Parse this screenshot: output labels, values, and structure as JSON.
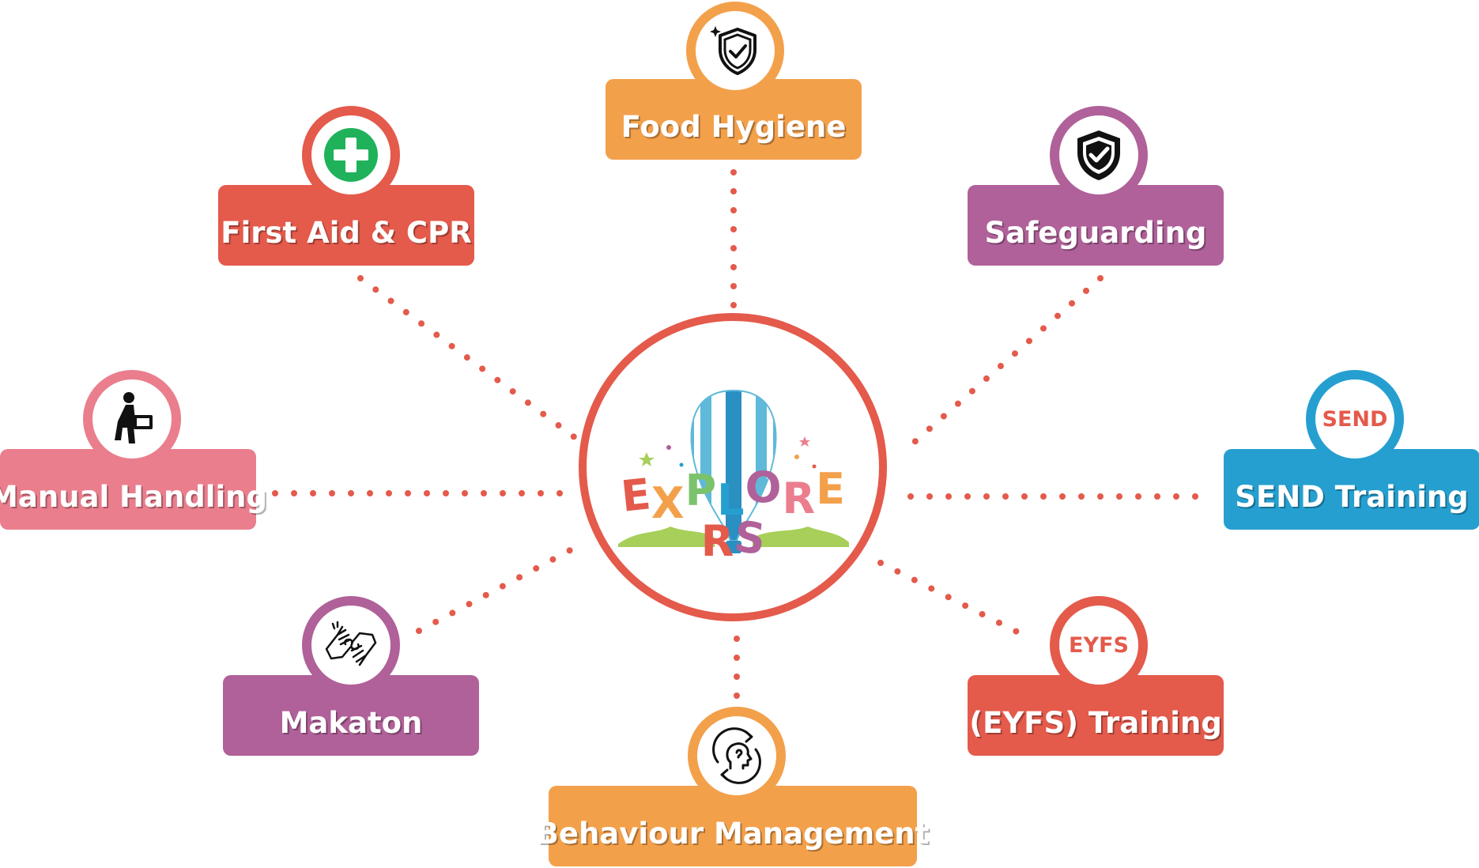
{
  "center": {
    "logo_letters": [
      "E",
      "X",
      "P",
      "L",
      "O",
      "R",
      "E",
      "R",
      "S"
    ],
    "logo_colors": [
      "#e45a4b",
      "#f3a04b",
      "#7bc26d",
      "#259fd0",
      "#b06199",
      "#ea7e8d",
      "#f3a04b",
      "#e45a4b",
      "#b06199"
    ]
  },
  "colors": {
    "red": "#e45a4b",
    "orange": "#f3a04b",
    "purple": "#b06199",
    "pink": "#ea7e8d",
    "blue": "#259fd0",
    "connector": "#e45a4b"
  },
  "nodes": {
    "food_hygiene": {
      "label": "Food Hygiene",
      "icon": "shield-check-sparkle-icon"
    },
    "first_aid": {
      "label": "First Aid & CPR",
      "icon": "medical-cross-icon"
    },
    "safeguarding": {
      "label": "Safeguarding",
      "icon": "shield-check-icon"
    },
    "manual_handling": {
      "label": "Manual Handling",
      "icon": "person-lifting-box-icon"
    },
    "send": {
      "label": "SEND Training",
      "badge": "SEND"
    },
    "makaton": {
      "label": "Makaton",
      "icon": "sign-language-hands-icon"
    },
    "eyfs": {
      "label": "(EYFS) Training",
      "badge": "EYFS"
    },
    "behaviour": {
      "label": "Behaviour Management",
      "icon": "head-cycle-icon"
    }
  }
}
